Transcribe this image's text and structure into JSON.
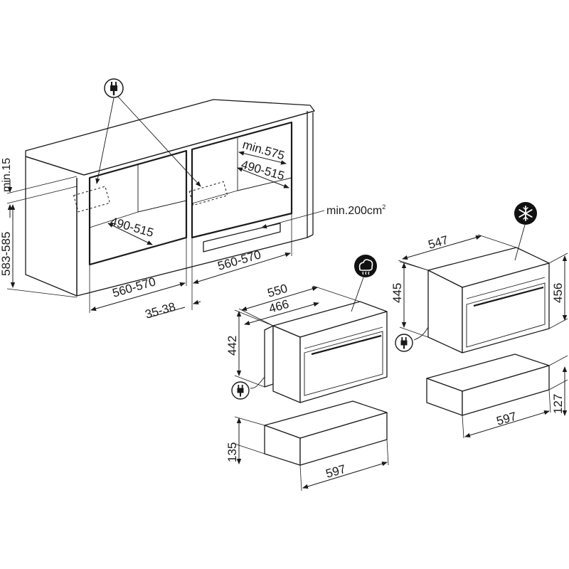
{
  "dimensions": {
    "cabinet_min_gap": "min.15",
    "cabinet_height": "583-585",
    "left_niche_depth": "490-515",
    "left_niche_width": "560-570",
    "side_offset": "35-38",
    "right_niche_depth_min": "min.575",
    "right_niche_depth": "490-515",
    "right_niche_width": "560-570",
    "vent_area": "min.200cm",
    "vent_area_sup": "2",
    "steam_oven_width": "550",
    "steam_oven_inner_width": "466",
    "steam_oven_height": "442",
    "steam_drawer_height": "135",
    "steam_drawer_width": "597",
    "right_oven_depth": "547",
    "right_oven_height_side": "445",
    "right_oven_height_front": "456",
    "right_drawer_height": "127",
    "right_drawer_width": "597"
  },
  "icons": {
    "plug": "electric-plug-icon",
    "steam": "steam-icon",
    "snowflake": "snowflake-icon"
  }
}
